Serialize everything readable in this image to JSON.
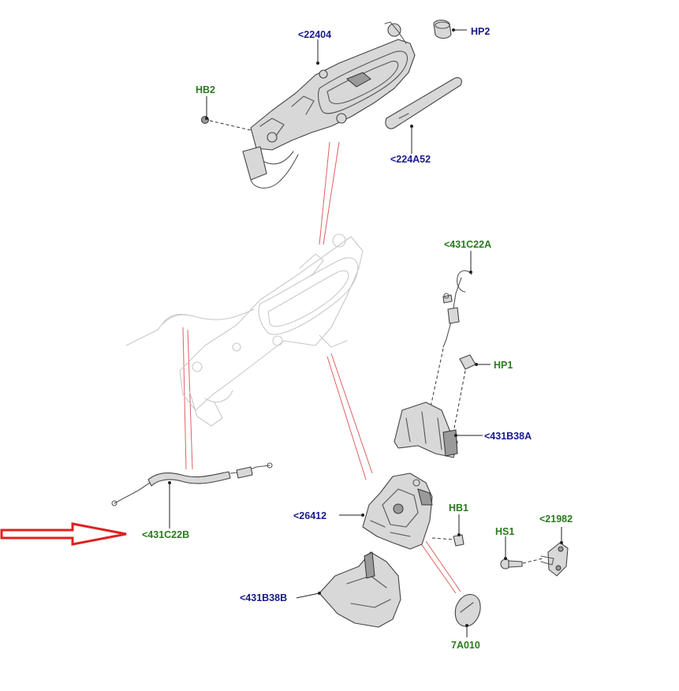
{
  "labels": {
    "l22404": "<22404",
    "hp2": "HP2",
    "hb2": "HB2",
    "l224a52": "<224A52",
    "l431c22a": "<431C22A",
    "hp1": "HP1",
    "l431b38a": "<431B38A",
    "l26412": "<26412",
    "hb1": "HB1",
    "l21982": "<21982",
    "hs1": "HS1",
    "l431c22b": "<431C22B",
    "l431b38b": "<431B38B",
    "l7a010": "7A010"
  },
  "colors": {
    "blue_label": "#1a1a8c",
    "green_label": "#2a7a1e",
    "arrow": "#e02020",
    "guide": "#e06060"
  }
}
